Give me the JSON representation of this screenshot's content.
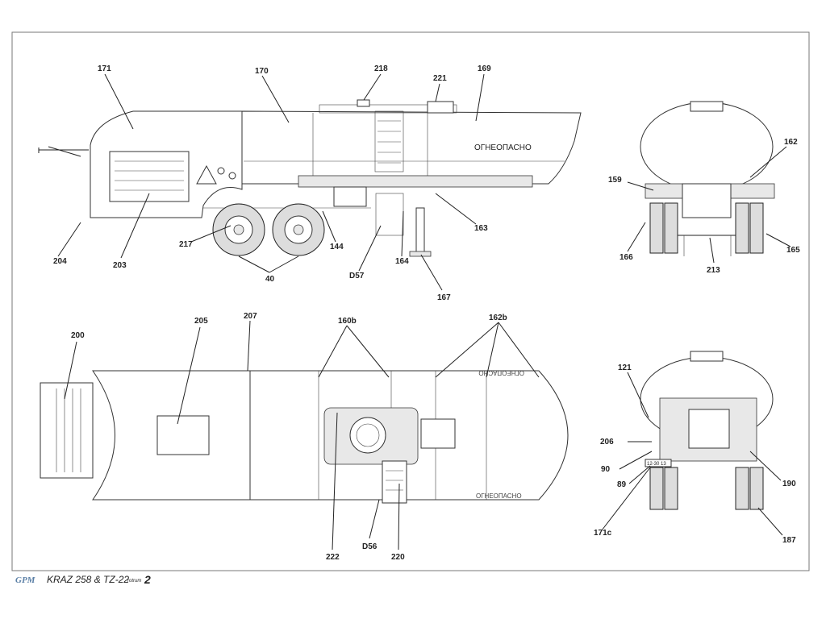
{
  "footer": {
    "brand": "GPM",
    "title": "KRAZ 258 & TZ-22",
    "subtitle": "rotrum",
    "page": "2"
  },
  "tank_inscription_side": "ОГНЕОПАСНО",
  "tank_inscription_top_1": "ОГНЕОПАСНО",
  "tank_inscription_top_2": "ОГНЕОПАСНО",
  "plate_text": "12-30 13",
  "side_view": {
    "callouts": [
      "171",
      "170",
      "218",
      "221",
      "169",
      "217",
      "203",
      "204",
      "144",
      "163",
      "164",
      "D57",
      "40",
      "167"
    ]
  },
  "rear_view_top": {
    "callouts": [
      "162",
      "159",
      "166",
      "213",
      "165"
    ]
  },
  "top_view": {
    "callouts": [
      "200",
      "205",
      "207",
      "160b",
      "162b",
      "222",
      "D56",
      "220"
    ]
  },
  "rear_view_bottom": {
    "callouts": [
      "121",
      "206",
      "90",
      "89",
      "171c",
      "190",
      "187"
    ]
  }
}
